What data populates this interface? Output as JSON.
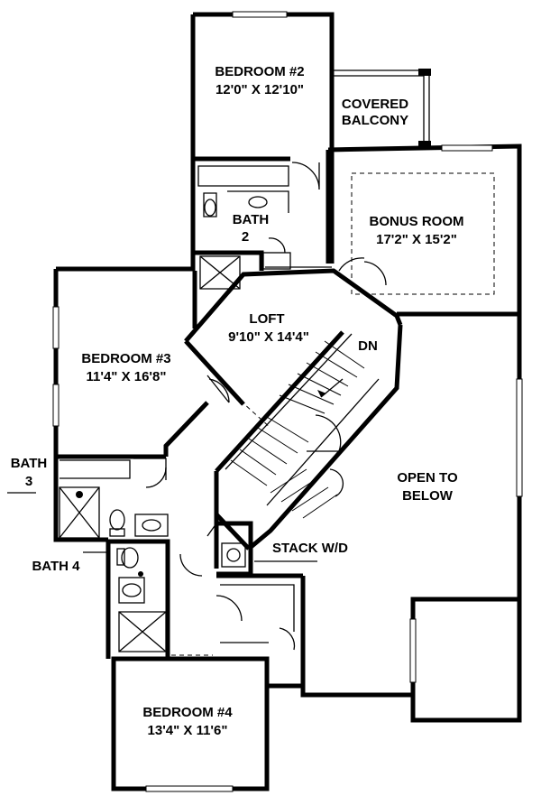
{
  "rooms": {
    "bedroom2": {
      "name": "BEDROOM #2",
      "size": "12'0\" X 12'10\""
    },
    "covered_balcony": {
      "line1": "COVERED",
      "line2": "BALCONY"
    },
    "bonus_room": {
      "name": "BONUS ROOM",
      "size": "17'2\" X 15'2\""
    },
    "bath2": {
      "line1": "BATH",
      "line2": "2"
    },
    "loft": {
      "name": "LOFT",
      "size": "9'10\" X 14'4\""
    },
    "stair_dn": "DN",
    "bedroom3": {
      "name": "BEDROOM #3",
      "size": "11'4\" X 16'8\""
    },
    "bath3": {
      "line1": "BATH",
      "line2": "3"
    },
    "open_to_below": {
      "line1": "OPEN TO",
      "line2": "BELOW"
    },
    "stack_wd": "STACK W/D",
    "bath4": "BATH 4",
    "bedroom4": {
      "name": "BEDROOM #4",
      "size": "13'4\" X 11'6\""
    }
  }
}
